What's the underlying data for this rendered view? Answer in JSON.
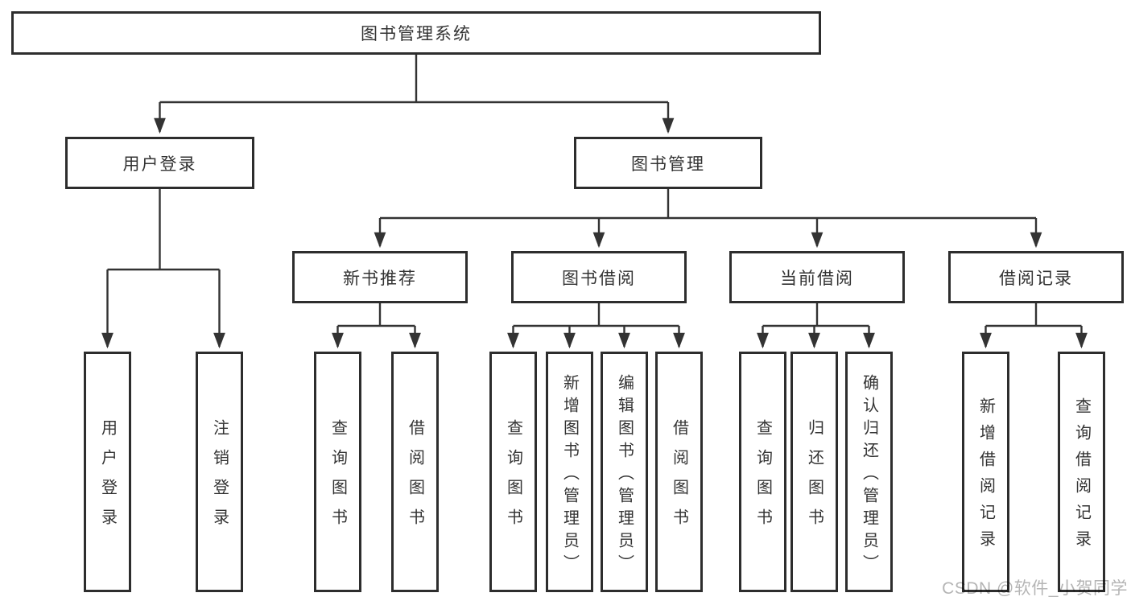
{
  "tree": {
    "root_label": "图书管理系统",
    "branches": [
      {
        "label": "用户登录",
        "leaves": [
          "用户登录",
          "注销登录"
        ]
      },
      {
        "label": "图书管理",
        "groups": [
          {
            "label": "新书推荐",
            "leaves": [
              "查询图书",
              "借阅图书"
            ]
          },
          {
            "label": "图书借阅",
            "leaves": [
              "查询图书",
              "新增图书（管理员）",
              "编辑图书（管理员）",
              "借阅图书"
            ]
          },
          {
            "label": "当前借阅",
            "leaves": [
              "查询图书",
              "归还图书",
              "确认归还（管理员）"
            ]
          },
          {
            "label": "借阅记录",
            "leaves": [
              "新增借阅记录",
              "查询借阅记录"
            ]
          }
        ]
      }
    ]
  },
  "watermark": {
    "text": "CSDN @软件_小贺同学"
  },
  "colors": {
    "line": "#333333",
    "box_border": "#2d2d2d",
    "text": "#333333",
    "background": "#ffffff",
    "watermark": "#b5b5b5"
  }
}
